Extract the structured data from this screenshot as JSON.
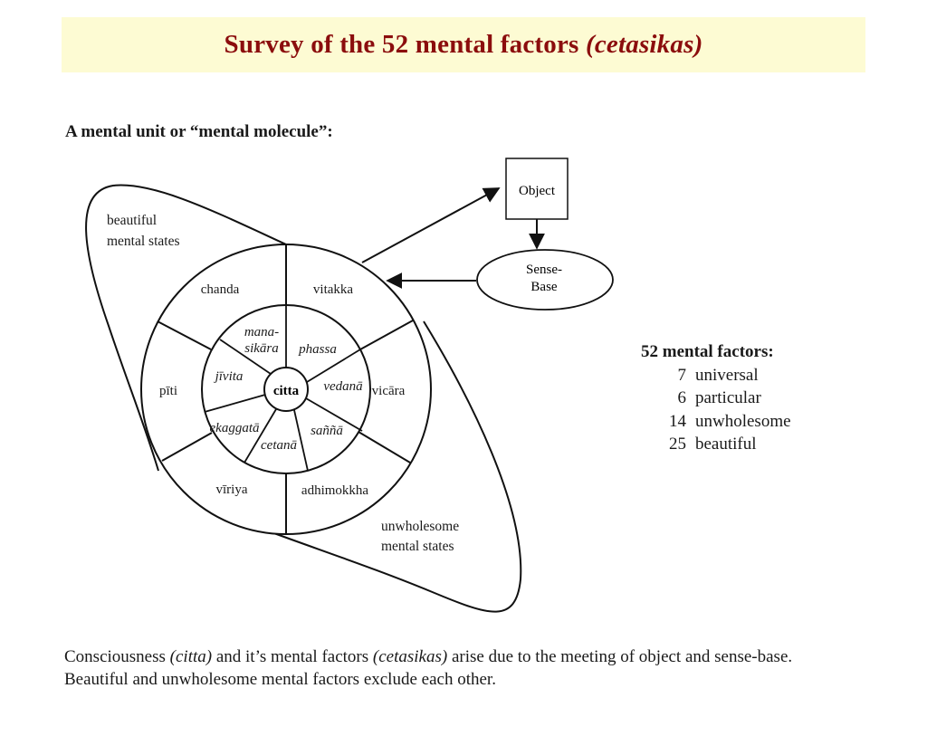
{
  "title": {
    "main": "Survey of the 52 mental factors ",
    "italic": "(cetasikas)",
    "color": "#8b0d0d",
    "background": "#fdfbd3"
  },
  "subtitle": "A mental unit or “mental molecule”:",
  "diagram": {
    "center": "citta",
    "inner_ring": [
      "phassa",
      "vedanā",
      "saññā",
      "cetanā",
      "ekaggatā",
      "jīvita",
      "mana-sikāra"
    ],
    "inner_ring_display": {
      "phassa": "phassa",
      "vedana": "vedanā",
      "sanna": "saññā",
      "cetana": "cetanā",
      "ekaggata": "ekaggatā",
      "jivita": "jīvita",
      "manasikara_1": "mana-",
      "manasikara_2": "sikāra"
    },
    "outer_ring": {
      "vitakka": "vitakka",
      "vicara": "vicāra",
      "adhimokkha": "adhimokkha",
      "viriya": "vīriya",
      "piti": "pīti",
      "chanda": "chanda"
    },
    "beautiful_label": [
      "beautiful",
      "mental states"
    ],
    "unwholesome_label": [
      "unwholesome",
      "mental states"
    ],
    "object_label": "Object",
    "sense_base_label": [
      "Sense-",
      "Base"
    ]
  },
  "summary": {
    "heading": "52  mental factors:",
    "rows": [
      {
        "count": "7",
        "label": "universal"
      },
      {
        "count": "6",
        "label": "particular"
      },
      {
        "count": "14",
        "label": "unwholesome"
      },
      {
        "count": "25",
        "label": "beautiful"
      }
    ]
  },
  "footer": {
    "line1_a": "Consciousness ",
    "line1_b": "(citta)",
    "line1_c": " and it’s mental factors ",
    "line1_d": "(cetasikas)",
    "line1_e": " arise due to the meeting of object and sense-base.",
    "line2": "Beautiful and unwholesome mental factors exclude each other."
  }
}
